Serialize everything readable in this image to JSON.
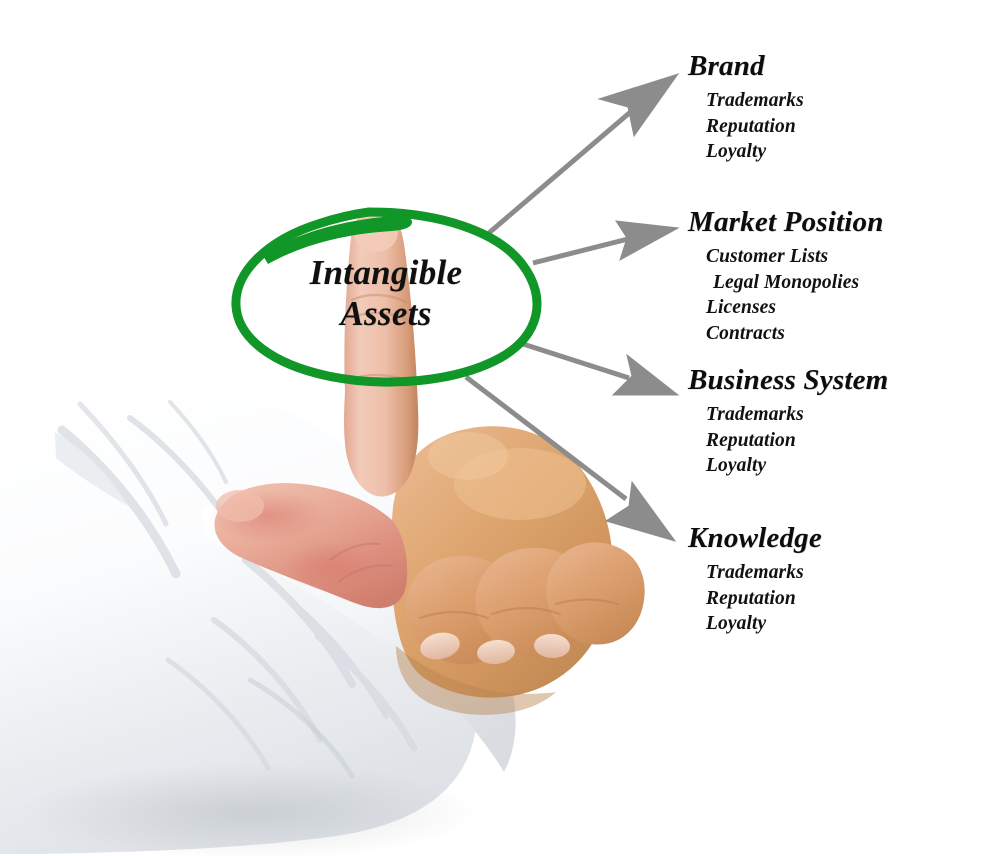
{
  "diagram": {
    "center": {
      "lines": [
        "Intangible",
        "Assets"
      ],
      "shape": "hand-drawn-ellipse",
      "stroke_color": "#119628"
    },
    "arrow_color": "#8c8c8c",
    "background_color": "#ffffff",
    "branches": [
      {
        "title": "Brand",
        "items": [
          "Trademarks",
          "Reputation",
          "Loyalty"
        ]
      },
      {
        "title": "Market Position",
        "items": [
          "Customer Lists",
          "Legal Monopolies",
          "Licenses",
          "Contracts"
        ]
      },
      {
        "title": "Business System",
        "items": [
          "Trademarks",
          "Reputation",
          "Loyalty"
        ]
      },
      {
        "title": "Knowledge",
        "items": [
          "Trademarks",
          "Reputation",
          "Loyalty"
        ]
      }
    ],
    "photo": {
      "subject": "hand-pointing-up-in-white-shirt-sleeve",
      "skin_light": "#edbfae",
      "skin_mid": "#dca982",
      "skin_deep": "#c98a55",
      "blush": "#d98274",
      "sleeve_white": "#ffffff",
      "sleeve_shadow": "#dfe2e6"
    }
  }
}
